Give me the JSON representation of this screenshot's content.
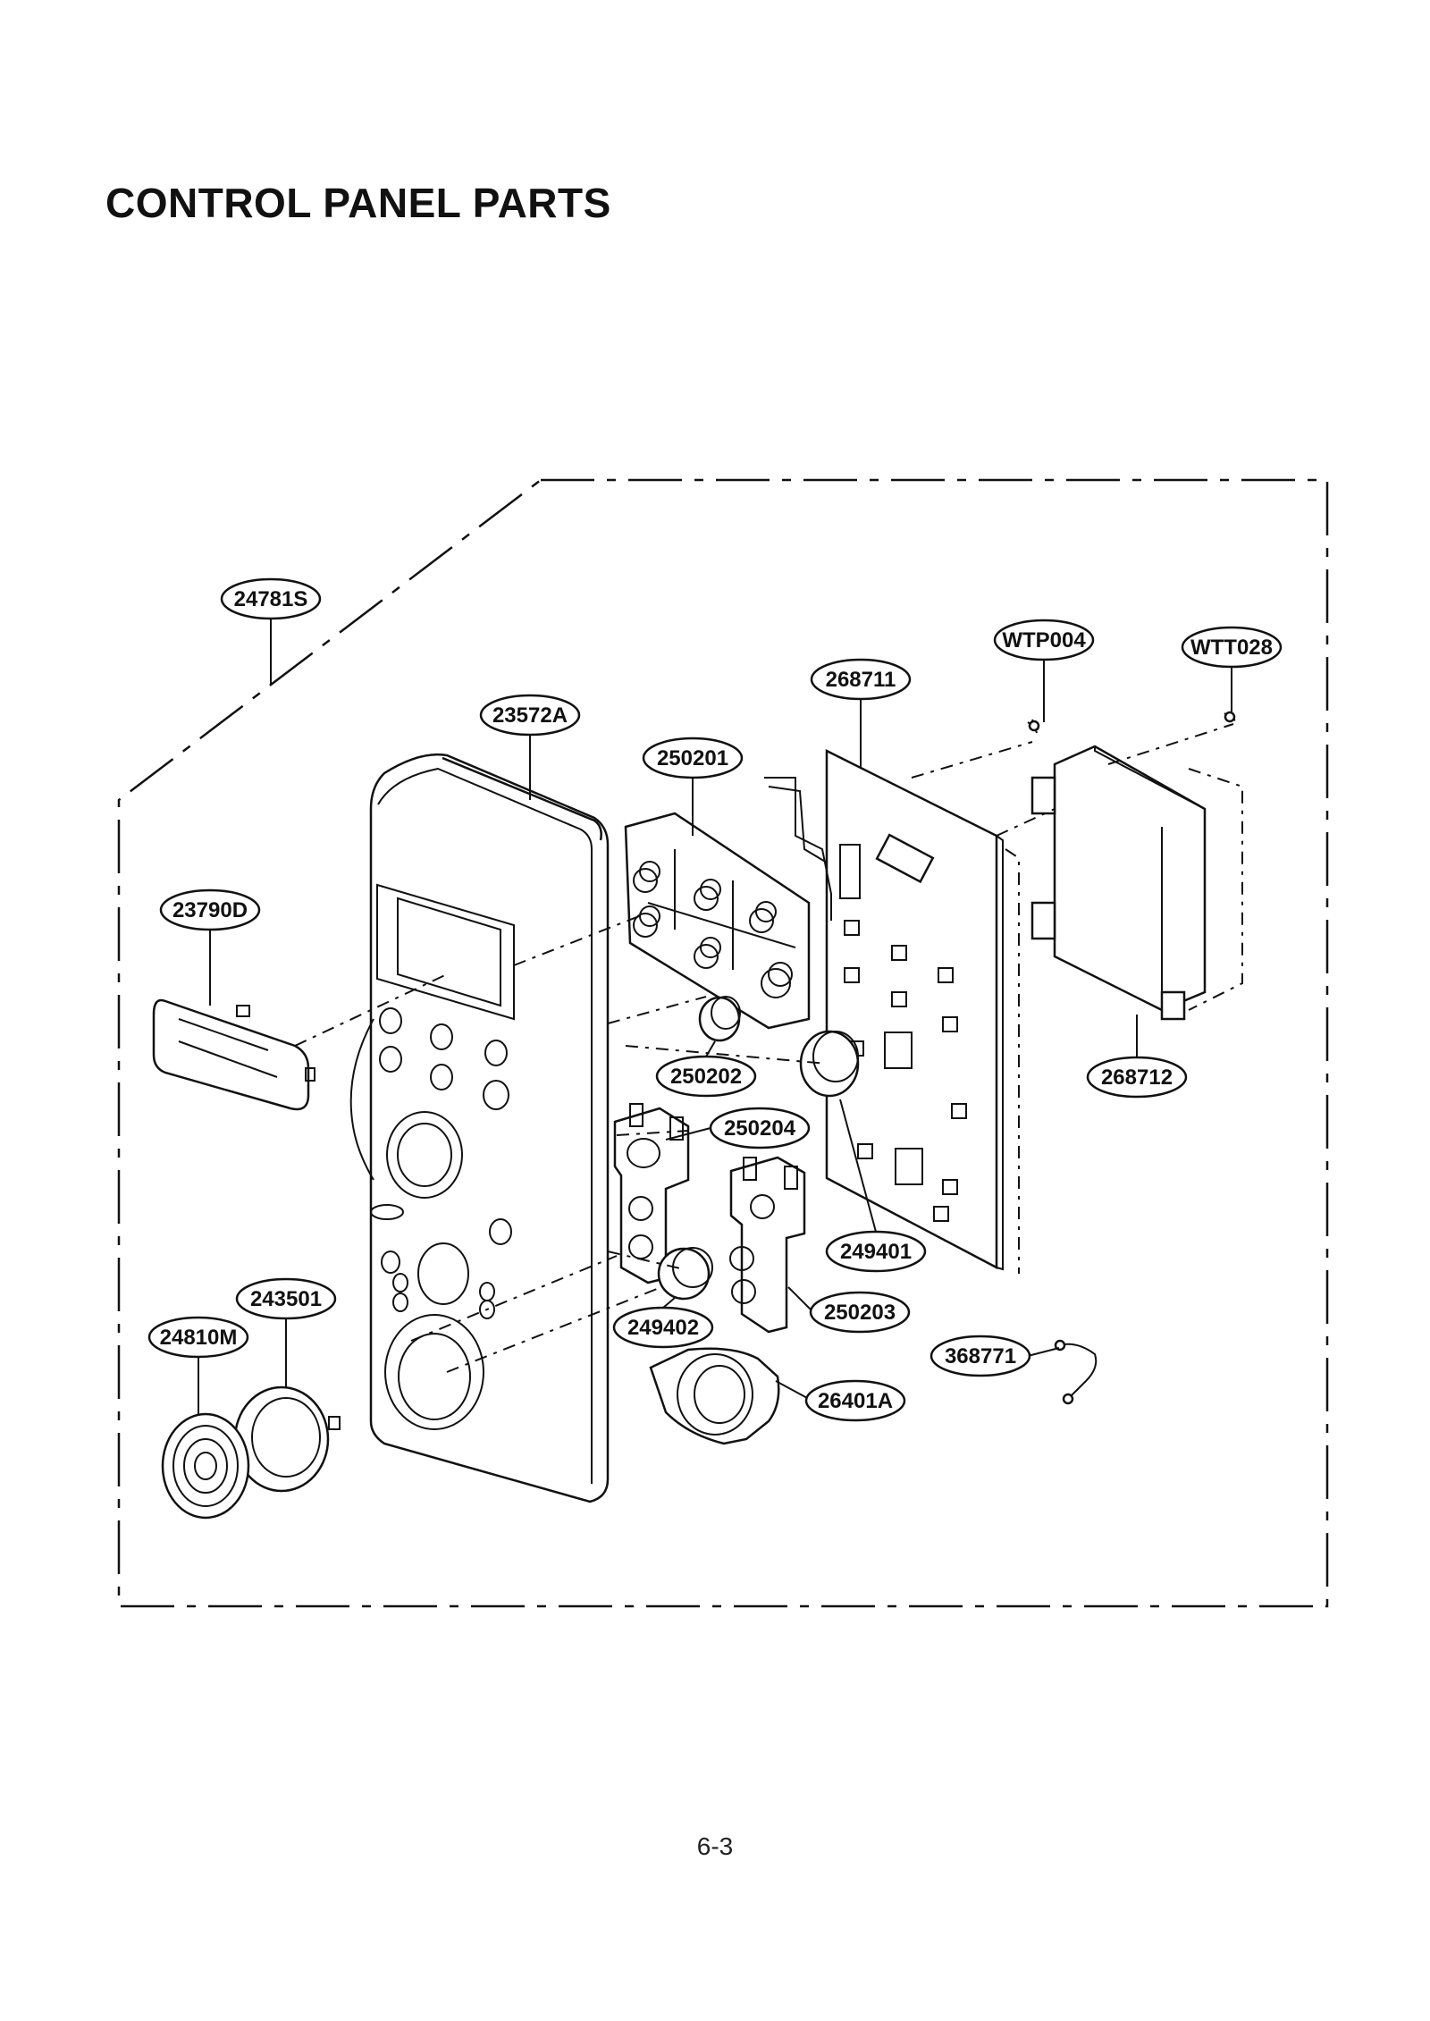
{
  "title": "CONTROL PANEL PARTS",
  "page_number": "6-3",
  "callouts": {
    "c24781S": "24781S",
    "c23572A": "23572A",
    "c23790D": "23790D",
    "c250201": "250201",
    "c268711": "268711",
    "cWTP004": "WTP004",
    "cWTT028": "WTT028",
    "c268712": "268712",
    "c250202": "250202",
    "c250204": "250204",
    "c249401": "249401",
    "c250203": "250203",
    "c249402": "249402",
    "c243501": "243501",
    "c24810M": "24810M",
    "c368771": "368771",
    "c26401A": "26401A"
  }
}
